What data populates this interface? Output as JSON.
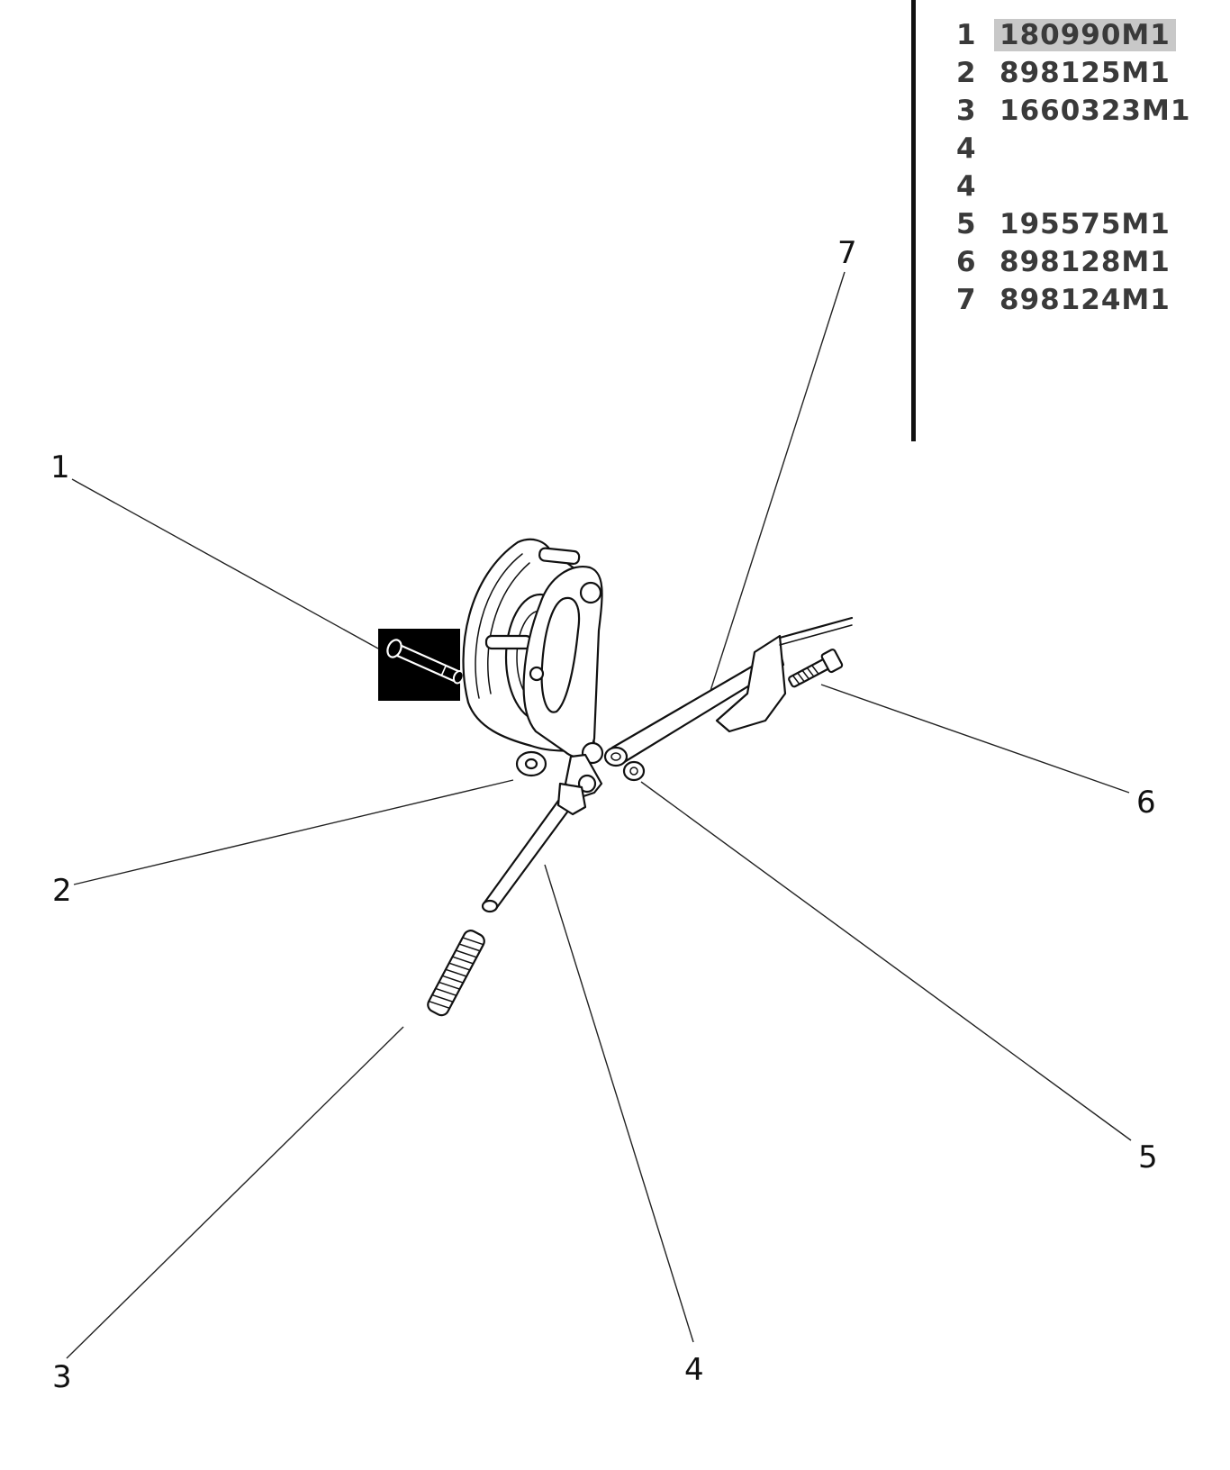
{
  "callouts": [
    {
      "label": "1"
    },
    {
      "label": "2"
    },
    {
      "label": "3"
    },
    {
      "label": "4"
    },
    {
      "label": "5"
    },
    {
      "label": "6"
    },
    {
      "label": "7"
    }
  ],
  "parts_list": [
    {
      "item": "1",
      "part_number": "180990M1",
      "highlighted": true
    },
    {
      "item": "2",
      "part_number": "898125M1",
      "highlighted": false
    },
    {
      "item": "3",
      "part_number": "1660323M1",
      "highlighted": false
    },
    {
      "item": "4",
      "part_number": "",
      "highlighted": false
    },
    {
      "item": "4",
      "part_number": "",
      "highlighted": false
    },
    {
      "item": "5",
      "part_number": "195575M1",
      "highlighted": false
    },
    {
      "item": "6",
      "part_number": "898128M1",
      "highlighted": false
    },
    {
      "item": "7",
      "part_number": "898124M1",
      "highlighted": false
    }
  ],
  "colors": {
    "highlight": "#c8c8c8",
    "selected_part_background": "#000000"
  }
}
